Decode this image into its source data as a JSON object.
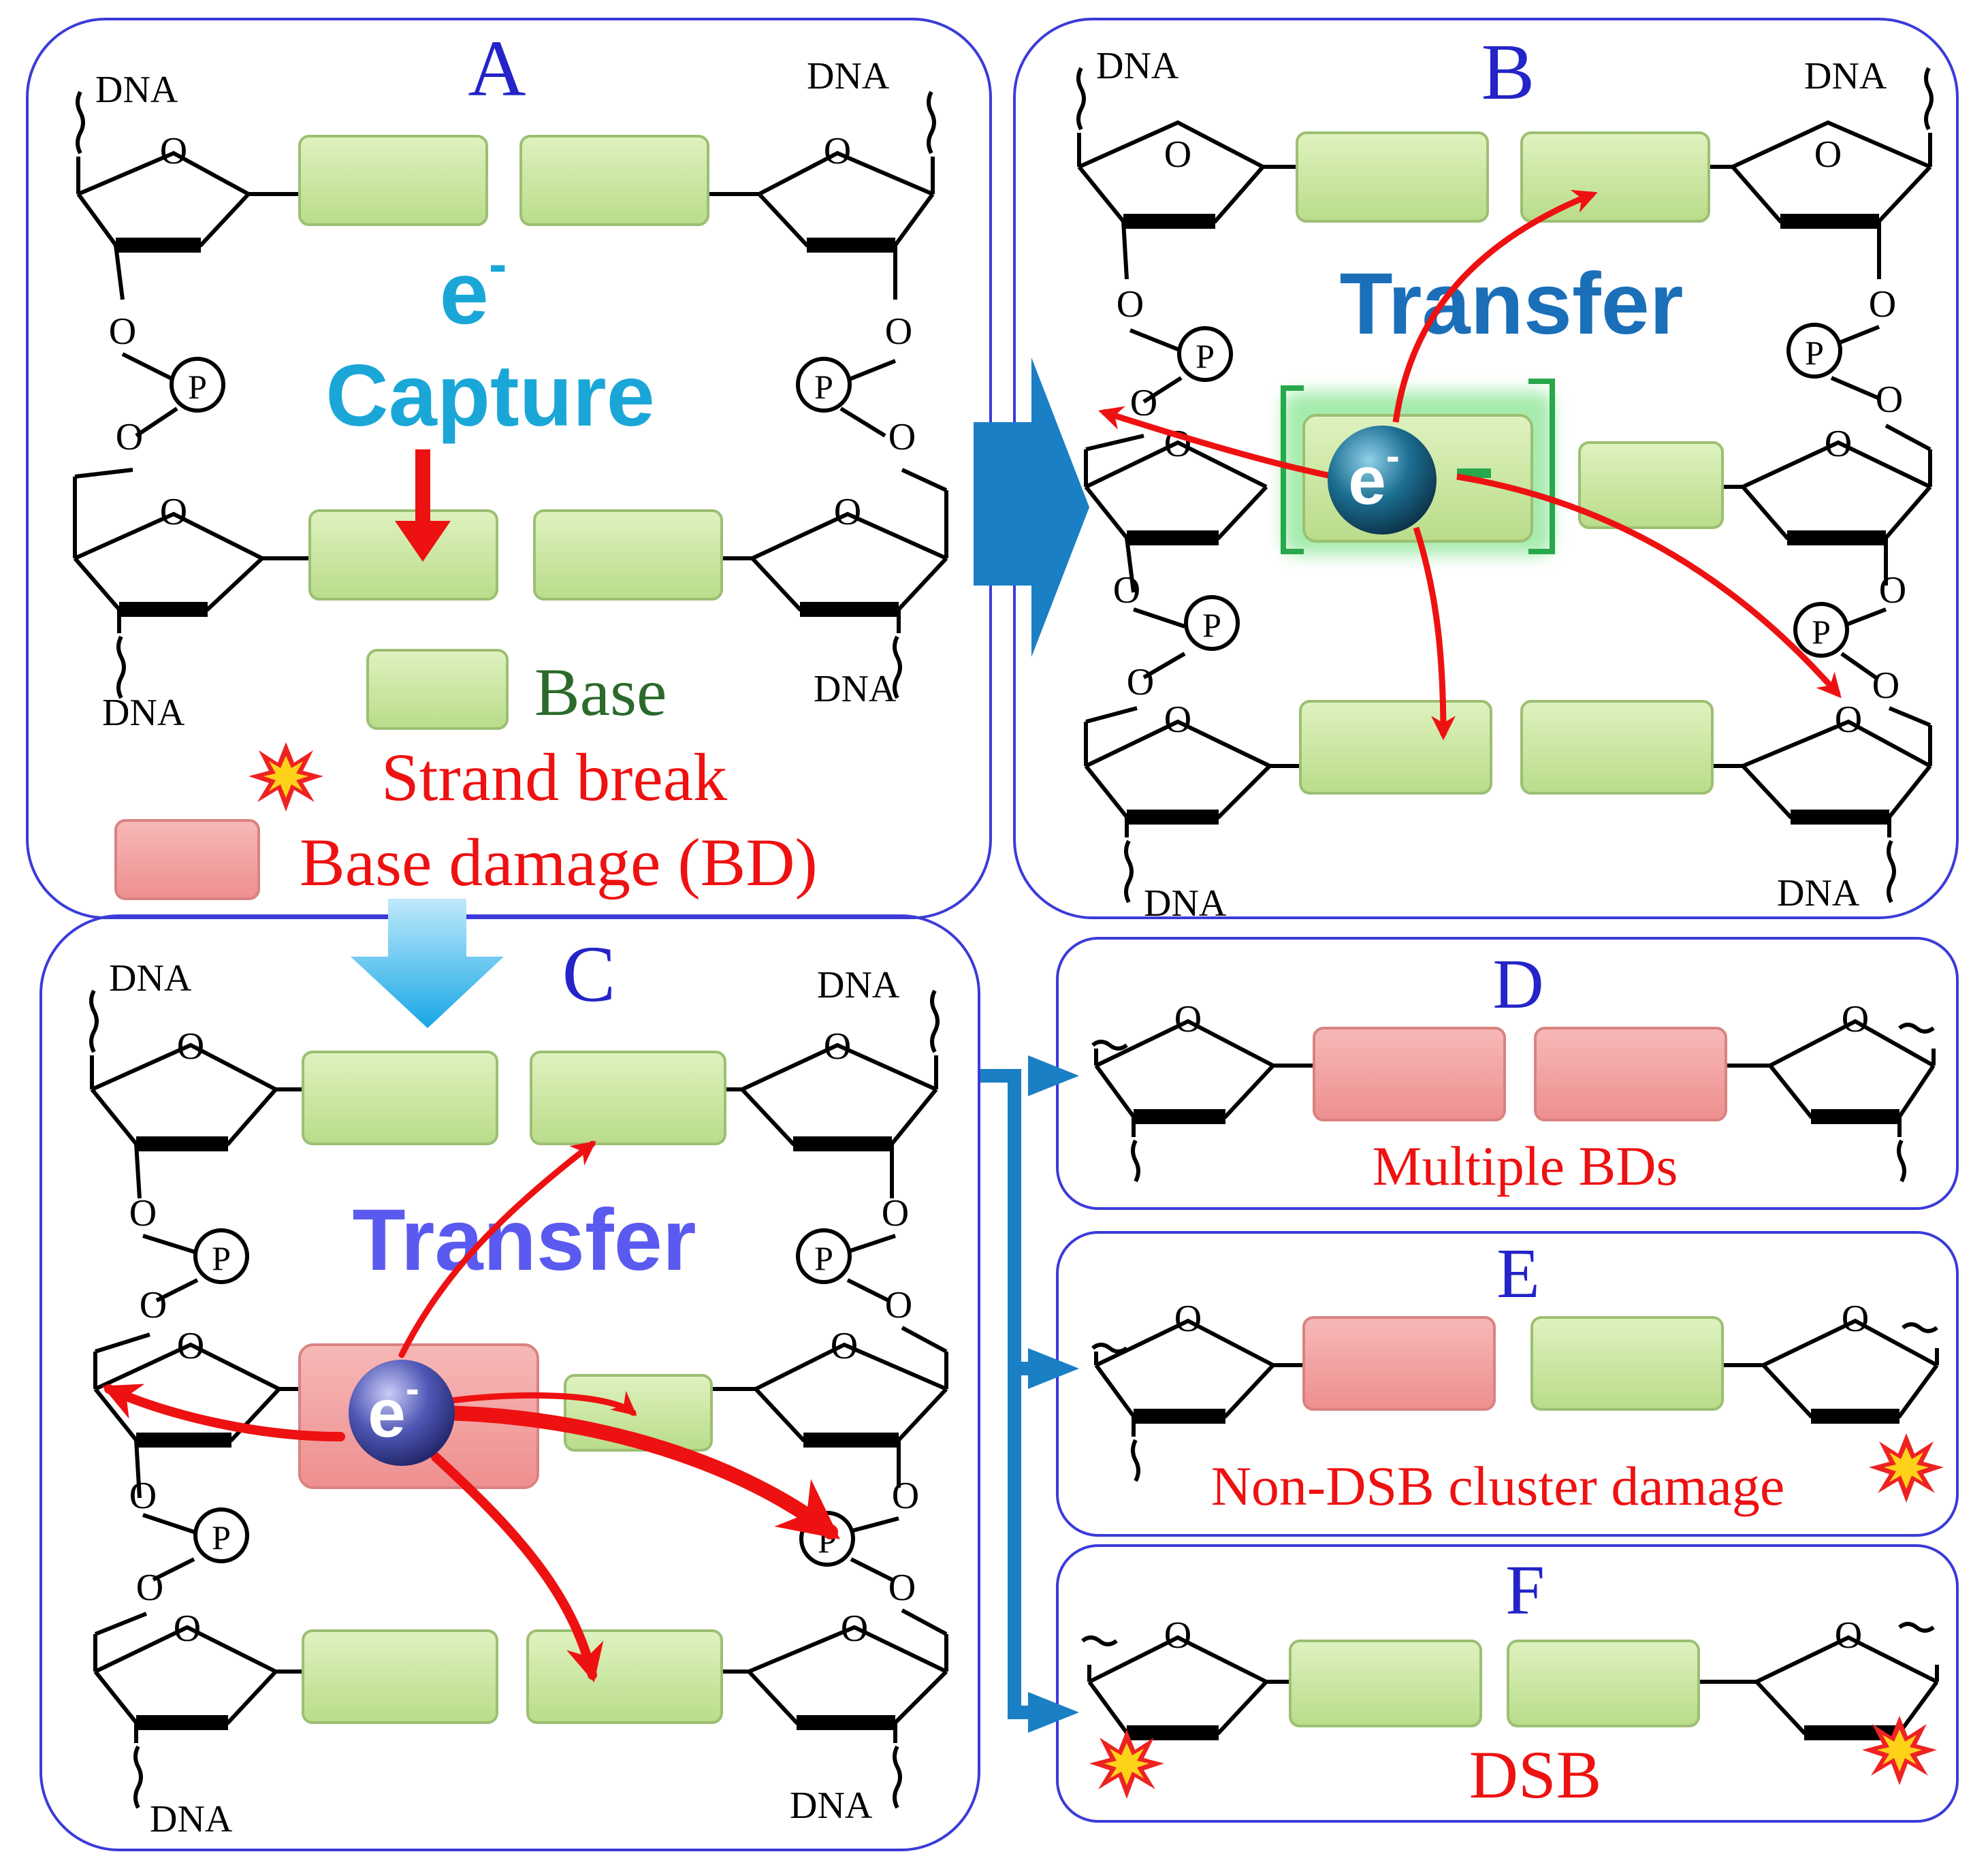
{
  "colors": {
    "panel_border": "#3b3bd9",
    "base_fill": "#c8e6a0",
    "base_stroke": "#9cbf73",
    "damage_fill": "#f2a0a0",
    "damage_stroke": "#d98282",
    "panel_letter": "#2424c8",
    "capture_text": "#1aa7d8",
    "transfer_b_text": "#1a6fb8",
    "transfer_c_text": "#5a5af0",
    "red_text": "#ee1111",
    "base_legend_text": "#2b6a2b",
    "flow_arrow": "#1a7fc4",
    "electron_arrow": "#ee1111"
  },
  "panels": {
    "A": {
      "letter": "A",
      "dna_labels": [
        "DNA",
        "DNA",
        "DNA",
        "DNA"
      ],
      "electron": "e",
      "electron_sign": "-",
      "caption": "Capture"
    },
    "B": {
      "letter": "B",
      "dna_labels": [
        "DNA",
        "DNA",
        "DNA",
        "DNA"
      ],
      "caption": "Transfer",
      "electron": "e",
      "electron_sign": "-",
      "anion_sign": "-"
    },
    "C": {
      "letter": "C",
      "dna_labels": [
        "DNA",
        "DNA",
        "DNA",
        "DNA"
      ],
      "caption": "Transfer",
      "electron": "e",
      "electron_sign": "-"
    },
    "D": {
      "letter": "D",
      "caption": "Multiple BDs"
    },
    "E": {
      "letter": "E",
      "caption": "Non-DSB cluster damage"
    },
    "F": {
      "letter": "F",
      "caption": "DSB"
    }
  },
  "legend": {
    "base": "Base",
    "strand_break": "Strand break",
    "base_damage": "Base damage (BD)"
  },
  "atoms": {
    "oxygen": "O",
    "phosphate": "P"
  },
  "icons": [
    "sugar-ring-icon",
    "phosphate-circle-icon",
    "strand-break-starburst-icon",
    "electron-sphere-icon",
    "flow-arrow-icon",
    "electron-transfer-arrow-icon",
    "wavy-strand-end-icon"
  ]
}
